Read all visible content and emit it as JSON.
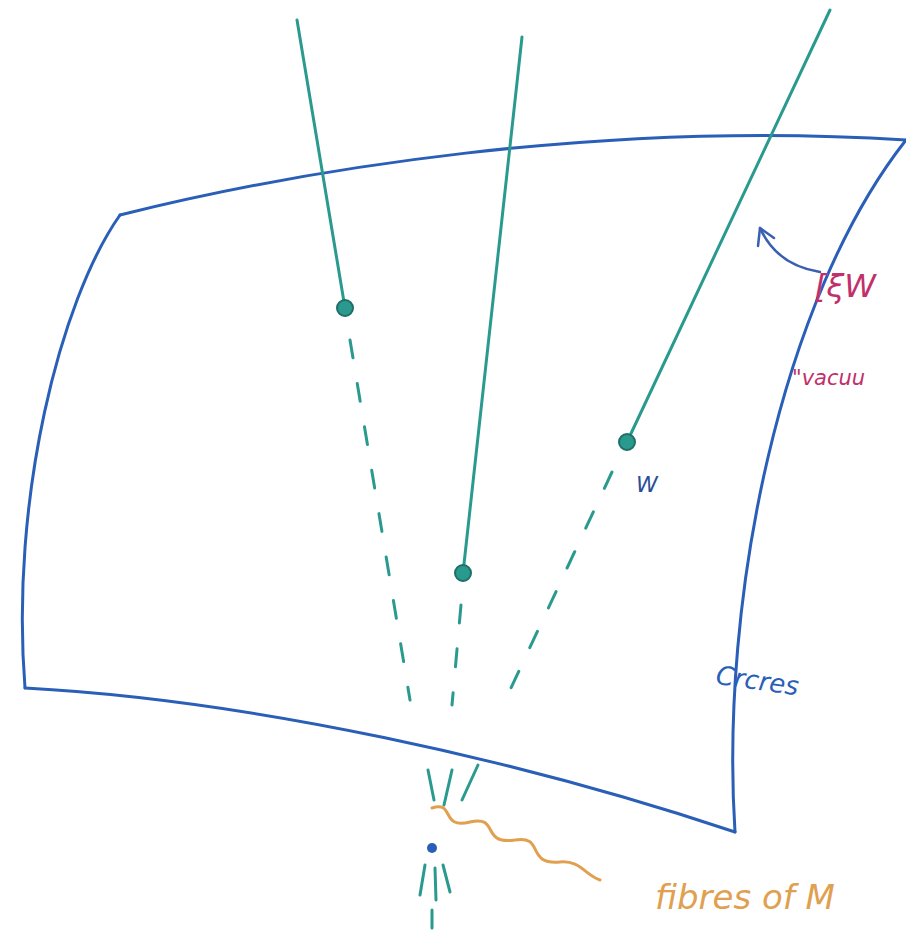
{
  "diagram": {
    "labels": [
      "W",
      "Crcres",
      "[ξW",
      "\"vacuu",
      "fibres of M"
    ]
  }
}
